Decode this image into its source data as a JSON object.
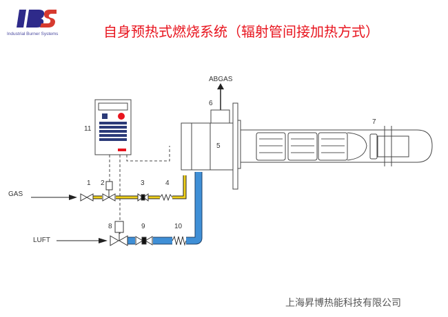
{
  "logo": {
    "letters": "IBS",
    "subtitle": "Industrial Burner Systems"
  },
  "title": "自身预热式燃烧系统（辐射管间接加热方式）",
  "company": "上海昇博热能科技有限公司",
  "labels": {
    "abgas": "ABGAS",
    "gas": "GAS",
    "luft": "LUFT"
  },
  "numbers": {
    "n1": "1",
    "n2": "2",
    "n3": "3",
    "n4": "4",
    "n5": "5",
    "n6": "6",
    "n7": "7",
    "n8": "8",
    "n9": "9",
    "n10": "10",
    "n11": "11"
  },
  "colors": {
    "title": "#e8141e",
    "gas_pipe": "#f2d21b",
    "air_pipe": "#3f8fd6",
    "logo_blue": "#2e2a8a",
    "logo_red": "#d63a2f"
  }
}
